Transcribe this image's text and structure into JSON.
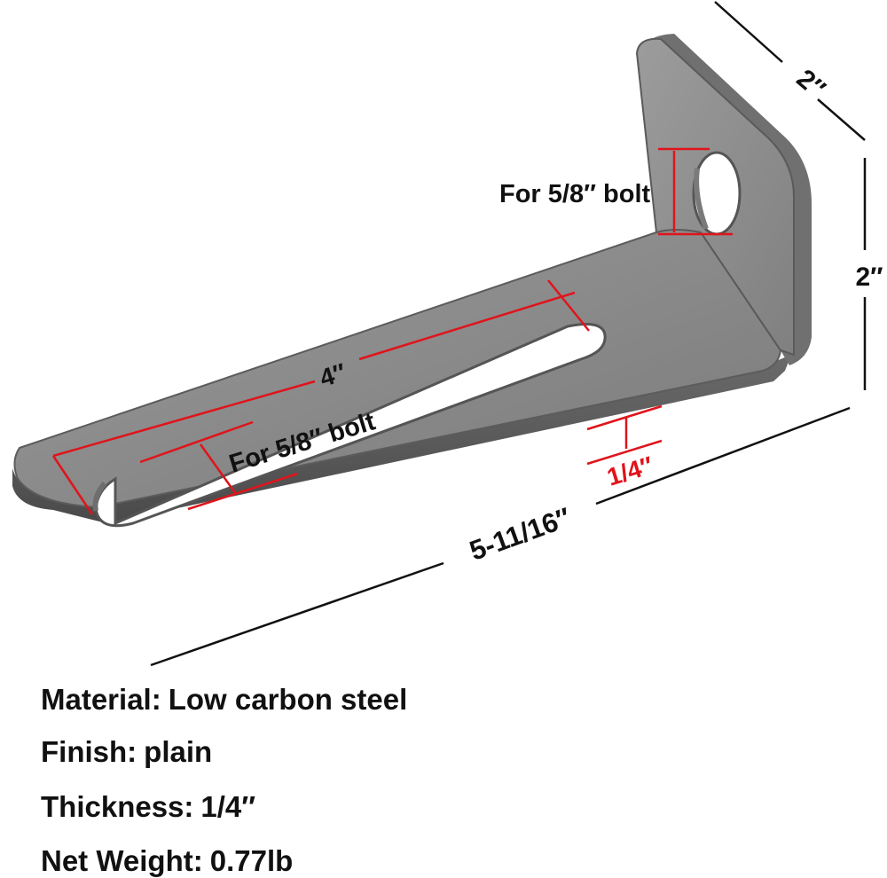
{
  "product": {
    "image_alt": "L-shaped steel bracket with slotted base and round bolt hole"
  },
  "dimensions": {
    "upright_width": "2″",
    "upright_height": "2″",
    "slot_length": "4″",
    "overall_length": "5-11/16″",
    "thickness": "1/4″",
    "hole_label": "For 5/8″ bolt",
    "slot_label": "For 5/8″ bolt"
  },
  "specs": [
    {
      "label": "Material:",
      "value": "Low carbon steel"
    },
    {
      "label": "Finish:",
      "value": "plain"
    },
    {
      "label": "Thickness:",
      "value": "1/4″"
    },
    {
      "label": "Net Weight:",
      "value": "0.77lb"
    }
  ],
  "colors": {
    "steel": "#8c8c8c",
    "dimension_line": "#111111",
    "highlight": "#e0141b"
  }
}
